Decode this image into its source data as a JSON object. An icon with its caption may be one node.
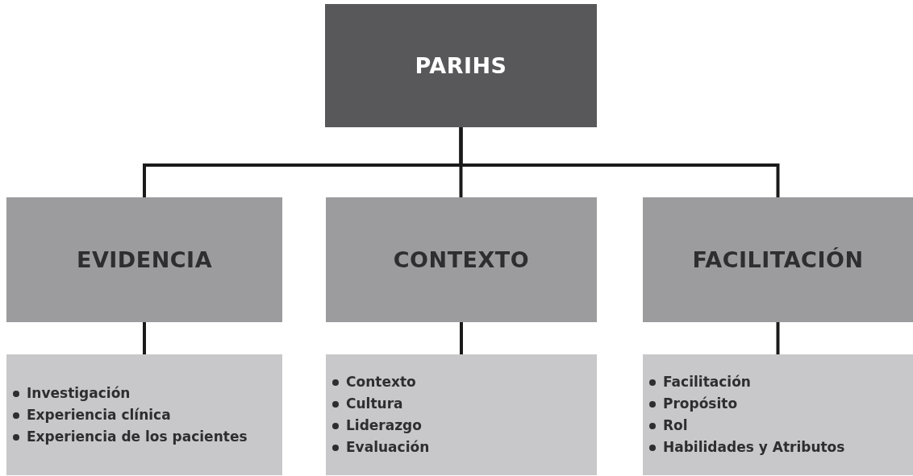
{
  "diagram": {
    "nodes": [
      {
        "text": [
          "PARIHS"
        ]
      },
      {
        "text": [
          "EVIDENCIA"
        ]
      },
      {
        "text": [
          "CONTEXTO"
        ]
      },
      {
        "text": [
          "FACILITACIÓN"
        ]
      },
      {
        "text": [
          "Investigación",
          "Experiencia clínica",
          "Experiencia de los pacientes"
        ]
      },
      {
        "text": [
          "Contexto",
          "Cultura",
          "Liderazgo",
          "Evaluación"
        ]
      },
      {
        "text": [
          "Facilitación",
          "Propósito",
          "Rol",
          "Habilidades y Atributos"
        ]
      }
    ],
    "edges": [
      {
        "from": 0,
        "to": 1,
        "arrow": "none"
      },
      {
        "from": 0,
        "to": 2,
        "arrow": "none"
      },
      {
        "from": 0,
        "to": 3,
        "arrow": "none"
      },
      {
        "from": 1,
        "to": 4,
        "arrow": "none"
      },
      {
        "from": 2,
        "to": 5,
        "arrow": "none"
      },
      {
        "from": 3,
        "to": 6,
        "arrow": "none"
      }
    ]
  }
}
